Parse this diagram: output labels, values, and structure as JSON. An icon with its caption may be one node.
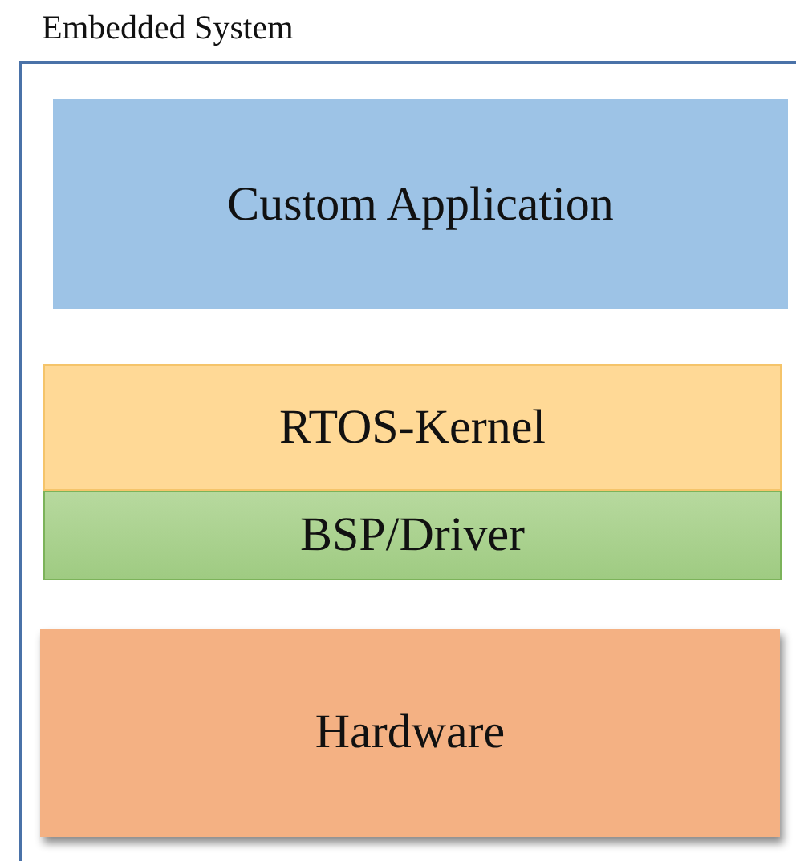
{
  "diagram": {
    "nodes": [
      {
        "text": [
          "Embedded System"
        ]
      },
      {
        "text": [
          "Custom Application"
        ],
        "in": 0
      },
      {
        "text": [
          "RTOS-Kernel"
        ],
        "in": 0
      },
      {
        "text": [
          "BSP/Driver"
        ],
        "in": 0
      },
      {
        "text": [
          "Hardware"
        ],
        "in": 0
      }
    ]
  }
}
